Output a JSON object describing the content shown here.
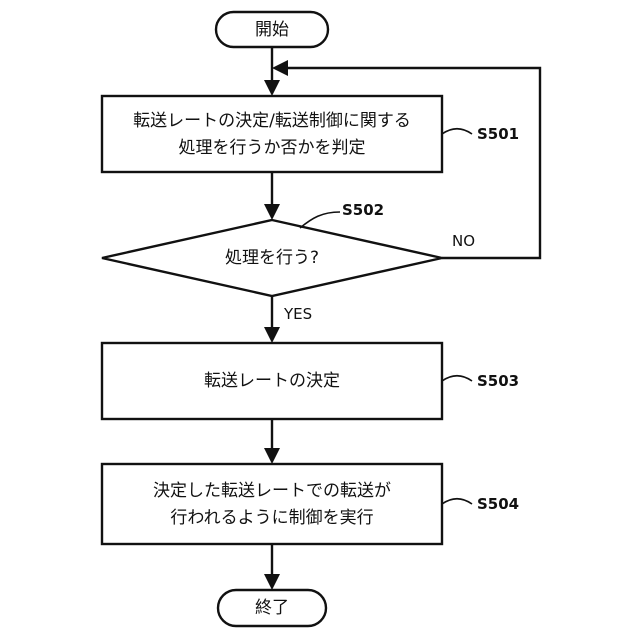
{
  "start": {
    "label": "開始"
  },
  "end": {
    "label": "終了"
  },
  "steps": {
    "s501": {
      "id": "S501",
      "lines": [
        "転送レートの決定/転送制御に関する",
        "処理を行うか否かを判定"
      ]
    },
    "s502": {
      "id": "S502",
      "lines": [
        "処理を行う?"
      ]
    },
    "s503": {
      "id": "S503",
      "lines": [
        "転送レートの決定"
      ]
    },
    "s504": {
      "id": "S504",
      "lines": [
        "決定した転送レートでの転送が",
        "行われるように制御を実行"
      ]
    }
  },
  "branches": {
    "yes": "YES",
    "no": "NO"
  }
}
